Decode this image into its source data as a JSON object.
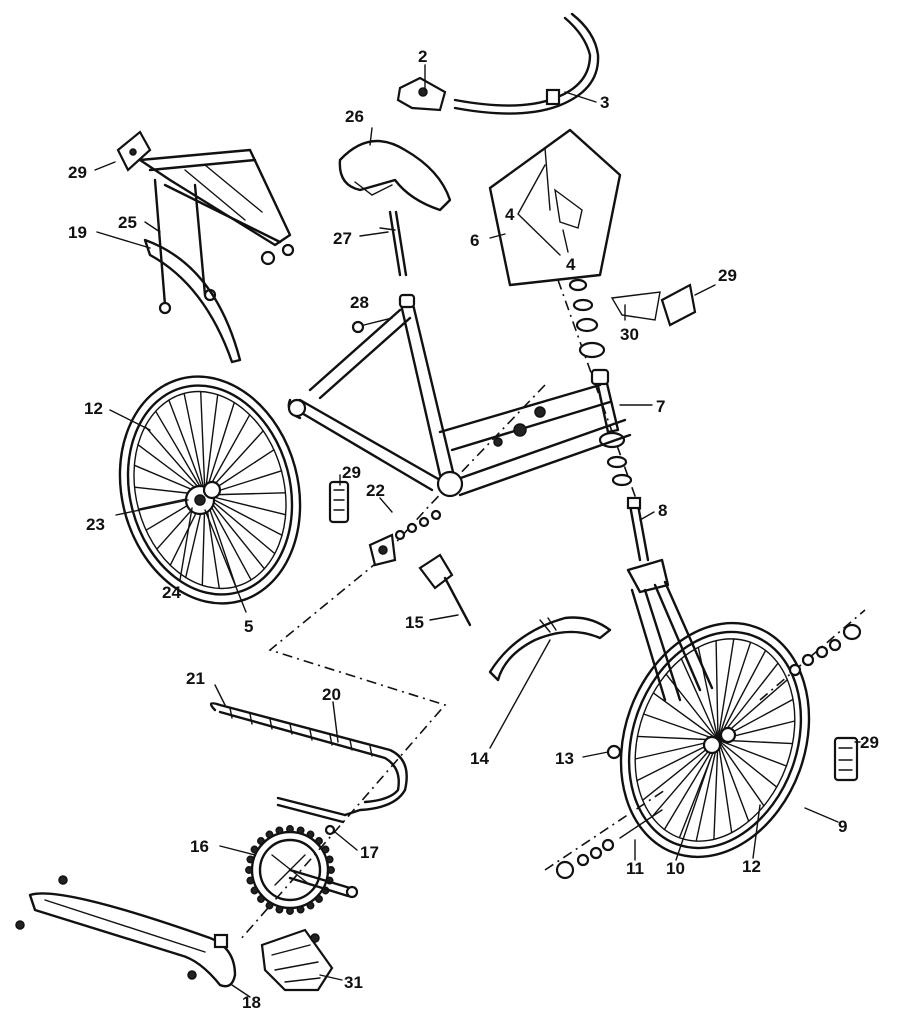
{
  "callouts": {
    "c2": "2",
    "c3": "3",
    "c4a": "4",
    "c4b": "4",
    "c5": "5",
    "c6": "6",
    "c7": "7",
    "c8": "8",
    "c9": "9",
    "c10": "10",
    "c11": "11",
    "c12a": "12",
    "c12b": "12",
    "c13": "13",
    "c14": "14",
    "c15": "15",
    "c16": "16",
    "c17": "17",
    "c18": "18",
    "c19": "19",
    "c20": "20",
    "c21": "21",
    "c22": "22",
    "c23": "23",
    "c24": "24",
    "c25": "25",
    "c26": "26",
    "c27": "27",
    "c28": "28",
    "c29a": "29",
    "c29b": "29",
    "c29c": "29",
    "c29d": "29",
    "c30": "30",
    "c31": "31"
  },
  "colors": {
    "ink": "#111111",
    "paper": "#ffffff"
  }
}
